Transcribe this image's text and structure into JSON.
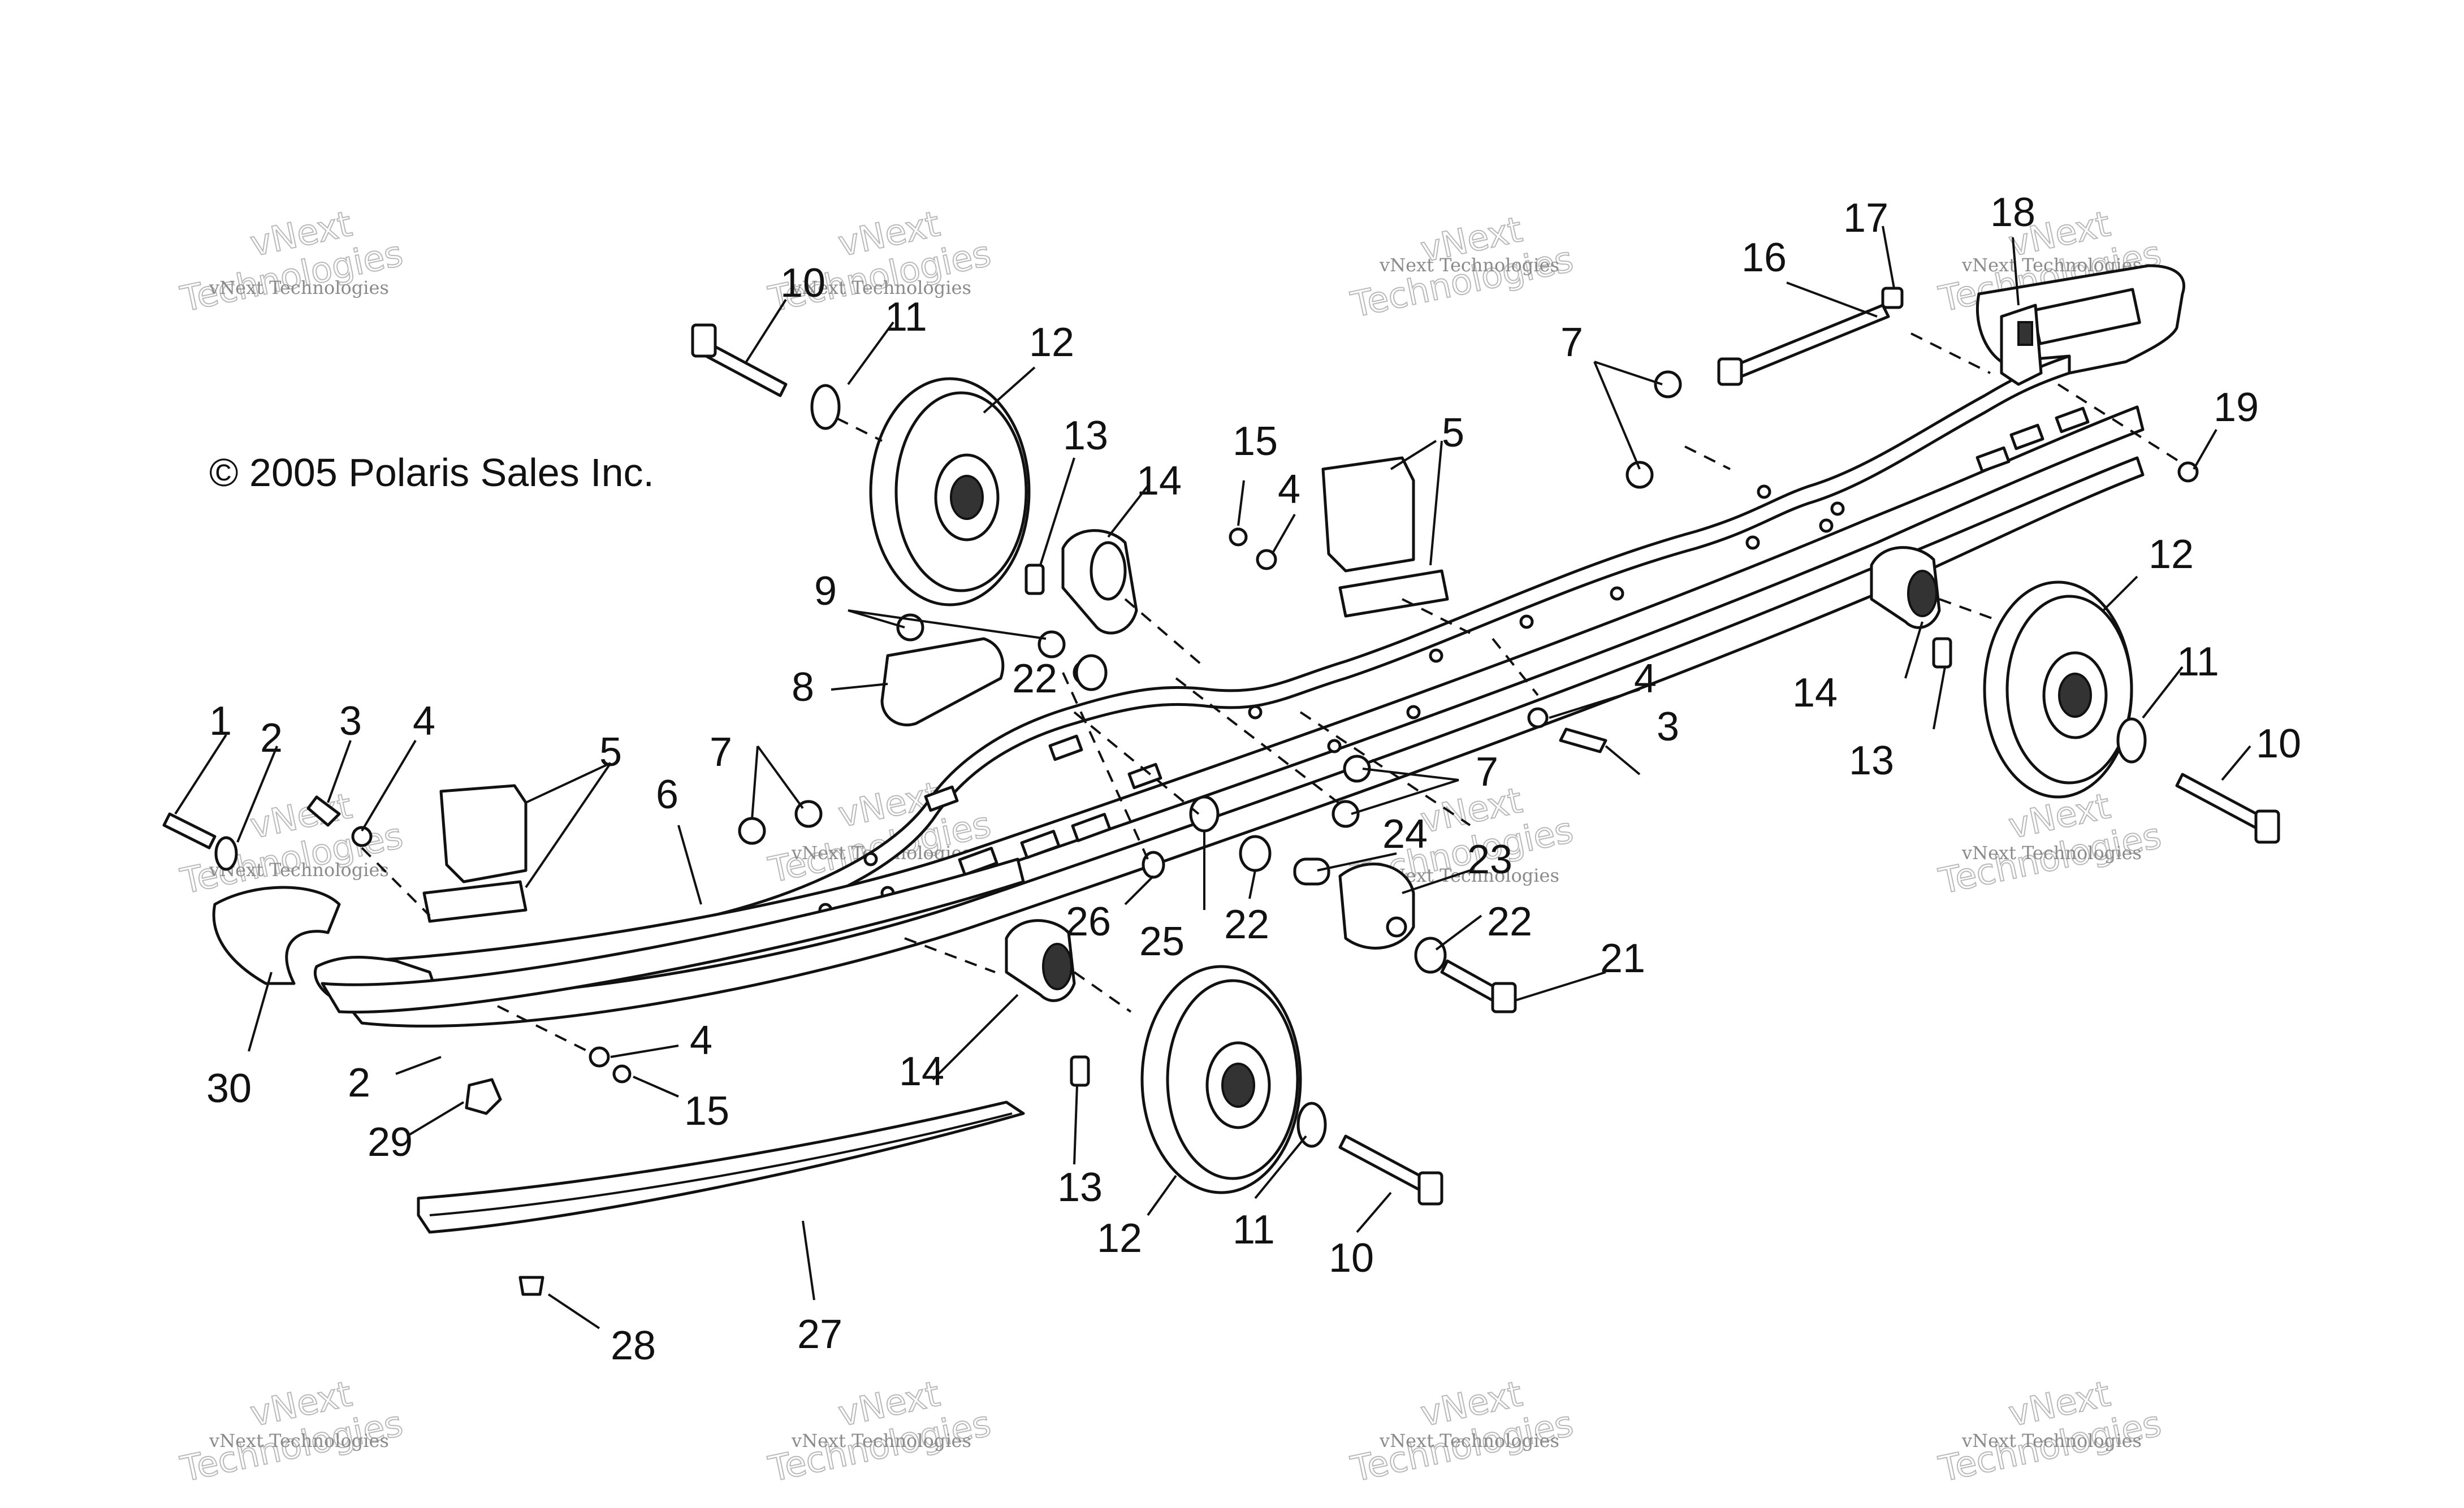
{
  "copyright": "© 2005 Polaris Sales Inc.",
  "watermark": {
    "small_text": "vNext Technologies",
    "large_text": "Technologies",
    "top_text": "vNext"
  },
  "callouts": [
    {
      "id": "c1",
      "label": "1"
    },
    {
      "id": "c2a",
      "label": "2"
    },
    {
      "id": "c2b",
      "label": "2"
    },
    {
      "id": "c3a",
      "label": "3"
    },
    {
      "id": "c3b",
      "label": "3"
    },
    {
      "id": "c4a",
      "label": "4"
    },
    {
      "id": "c4b",
      "label": "4"
    },
    {
      "id": "c4c",
      "label": "4"
    },
    {
      "id": "c4d",
      "label": "4"
    },
    {
      "id": "c5a",
      "label": "5"
    },
    {
      "id": "c5b",
      "label": "5"
    },
    {
      "id": "c6",
      "label": "6"
    },
    {
      "id": "c7a",
      "label": "7"
    },
    {
      "id": "c7b",
      "label": "7"
    },
    {
      "id": "c7c",
      "label": "7"
    },
    {
      "id": "c8",
      "label": "8"
    },
    {
      "id": "c9",
      "label": "9"
    },
    {
      "id": "c10a",
      "label": "10"
    },
    {
      "id": "c10b",
      "label": "10"
    },
    {
      "id": "c10c",
      "label": "10"
    },
    {
      "id": "c11a",
      "label": "11"
    },
    {
      "id": "c11b",
      "label": "11"
    },
    {
      "id": "c11c",
      "label": "11"
    },
    {
      "id": "c12a",
      "label": "12"
    },
    {
      "id": "c12b",
      "label": "12"
    },
    {
      "id": "c12c",
      "label": "12"
    },
    {
      "id": "c13a",
      "label": "13"
    },
    {
      "id": "c13b",
      "label": "13"
    },
    {
      "id": "c13c",
      "label": "13"
    },
    {
      "id": "c14a",
      "label": "14"
    },
    {
      "id": "c14b",
      "label": "14"
    },
    {
      "id": "c14c",
      "label": "14"
    },
    {
      "id": "c15a",
      "label": "15"
    },
    {
      "id": "c15b",
      "label": "15"
    },
    {
      "id": "c16",
      "label": "16"
    },
    {
      "id": "c17",
      "label": "17"
    },
    {
      "id": "c18",
      "label": "18"
    },
    {
      "id": "c19",
      "label": "19"
    },
    {
      "id": "c21",
      "label": "21"
    },
    {
      "id": "c22a",
      "label": "22"
    },
    {
      "id": "c22b",
      "label": "22"
    },
    {
      "id": "c22c",
      "label": "22"
    },
    {
      "id": "c23",
      "label": "23"
    },
    {
      "id": "c24",
      "label": "24"
    },
    {
      "id": "c25",
      "label": "25"
    },
    {
      "id": "c26",
      "label": "26"
    },
    {
      "id": "c27",
      "label": "27"
    },
    {
      "id": "c28",
      "label": "28"
    },
    {
      "id": "c29",
      "label": "29"
    },
    {
      "id": "c30",
      "label": "30"
    }
  ]
}
